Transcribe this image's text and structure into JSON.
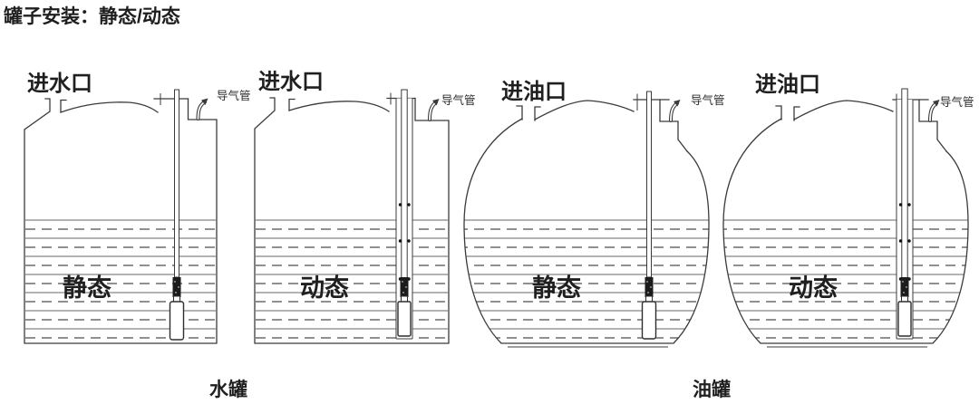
{
  "title": "罐子安装：静态/动态",
  "tanks": [
    {
      "inlet": "进水口",
      "vent": "导气管",
      "mode": "静态"
    },
    {
      "inlet": "进水口",
      "vent": "导气管",
      "mode": "动态"
    },
    {
      "inlet": "进油口",
      "vent": "导气管",
      "mode": "静态"
    },
    {
      "inlet": "进油口",
      "vent": "导气管",
      "mode": "动态"
    }
  ],
  "groups": [
    {
      "label": "水罐"
    },
    {
      "label": "油罐"
    }
  ],
  "colors": {
    "line": "#3b3b3b",
    "liquid_solid": "#9a9a9a",
    "liquid_dashed": "#4e4e4e",
    "text": "#1f1f1f",
    "background": "#ffffff"
  }
}
